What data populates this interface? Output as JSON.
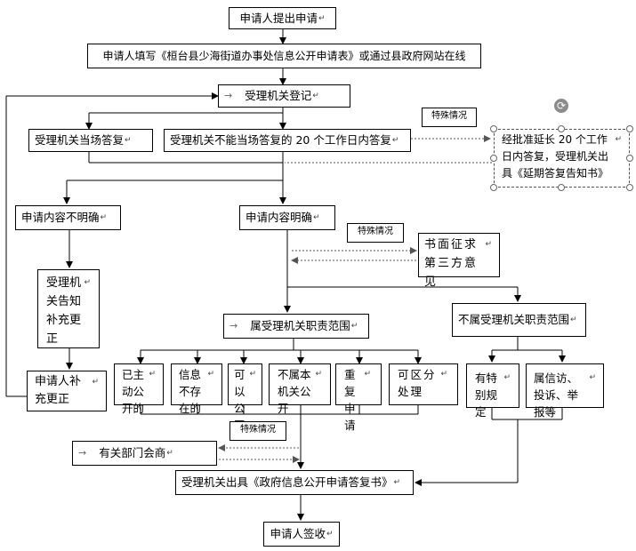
{
  "flowchart": {
    "nodes": {
      "submit": "申请人提出申请",
      "fill_form": "申请人填写《桓台县少海街道办事处信息公开申请表》或通过县政府网站在线",
      "register": "受理机关登记",
      "reply_on_site": "受理机关当场答复",
      "reply_20_days": "受理机关不能当场答复的 20 个工作日内答复",
      "extension": "经批准延长 20 个工作日内答复，受理机关出具《延期答复告知书》",
      "unclear": "申请内容不明确",
      "clear": "申请内容明确",
      "notify_supplement": "受理机关告知补充更正",
      "applicant_supplement": "申请人补充更正",
      "third_party": "书面征求第三方意见",
      "in_scope": "属受理机关职责范围",
      "out_scope": "不属受理机关职责范围",
      "published": "已主动公开的",
      "not_exist": "信息不存在的",
      "can_publish": "可以公开",
      "not_own": "不属本机关公开",
      "repeat": "重复申请",
      "partial": "可区分处理",
      "special_provision": "有特别规定",
      "petition": "属信访、投诉、举报等",
      "consult": "有关部门会商",
      "issue_reply": "受理机关出具《政府信息公开申请答复书》",
      "sign": "申请人签收"
    },
    "special_case_label": "特殊情况",
    "paragraph_mark": "↵",
    "indent_mark": "→"
  }
}
